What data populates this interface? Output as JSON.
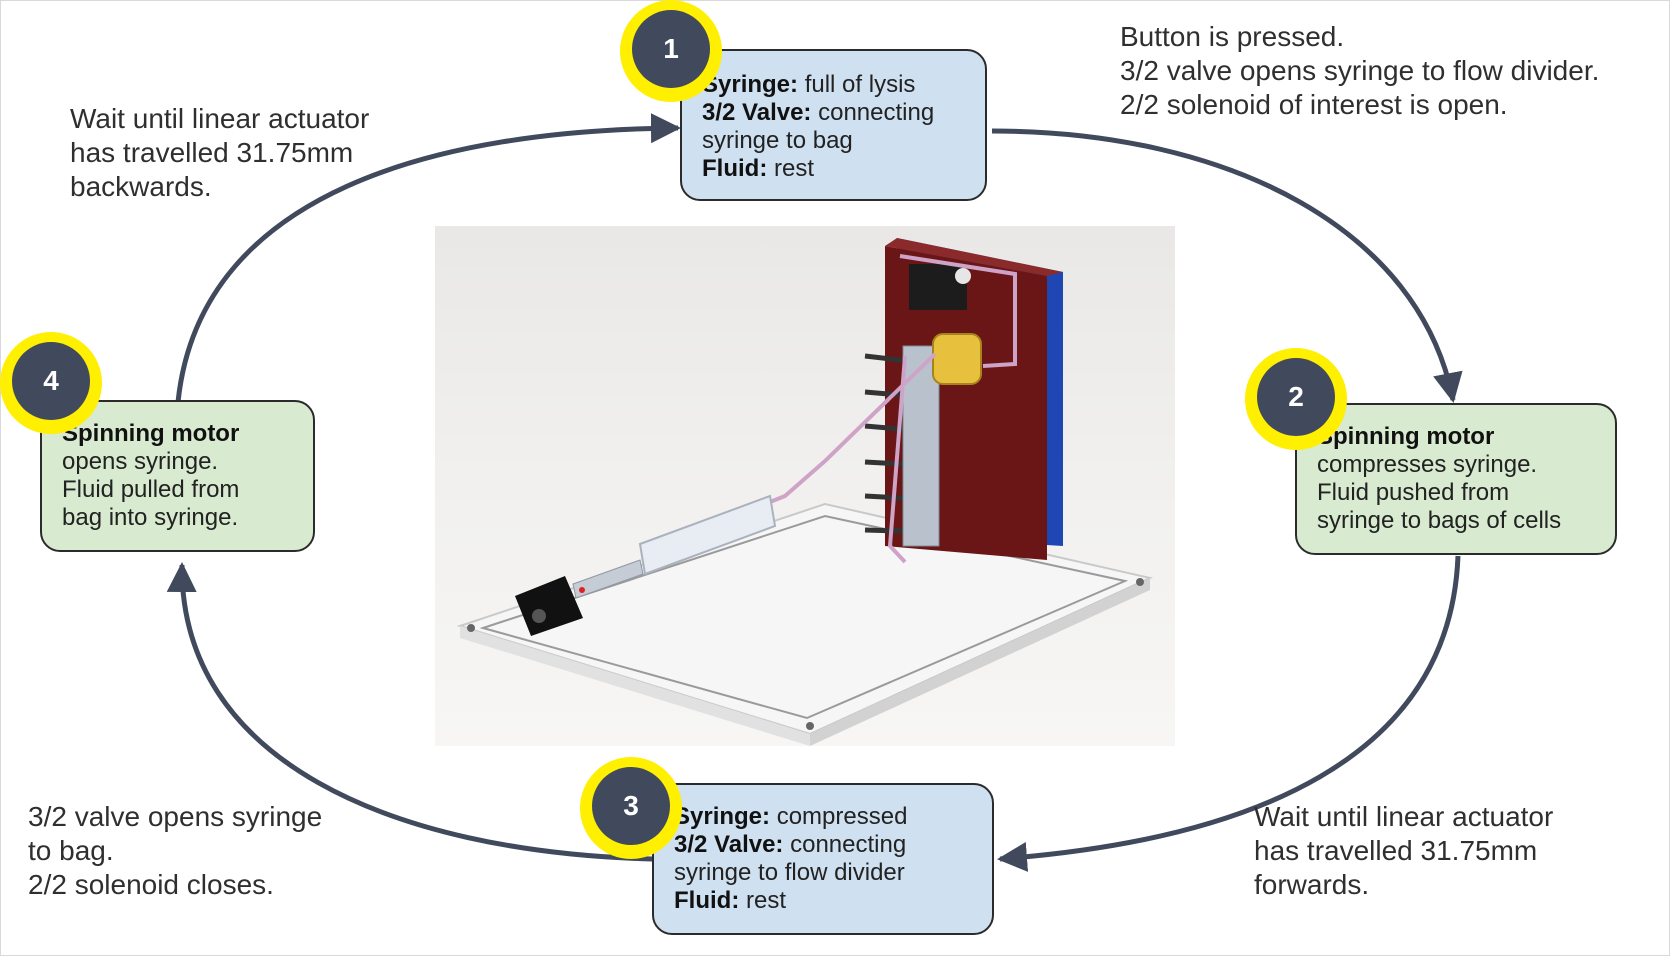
{
  "colors": {
    "arrow": "#414a5c",
    "badge_ring": "#ffef00",
    "badge_fill": "#414a5c",
    "box_blue": "#cfe0f1",
    "box_green": "#d8ead0"
  },
  "steps": [
    {
      "number": "1",
      "lines": [
        {
          "bold": "Syringe:",
          "text": " full of lysis"
        },
        {
          "bold": "3/2 Valve:",
          "text": " connecting"
        },
        {
          "bold": "",
          "text": "syringe to bag"
        },
        {
          "bold": "Fluid:",
          "text": " rest"
        }
      ]
    },
    {
      "number": "2",
      "lines": [
        {
          "bold": "Spinning motor",
          "text": ""
        },
        {
          "bold": "",
          "text": "compresses syringe."
        },
        {
          "bold": "",
          "text": "Fluid pushed from"
        },
        {
          "bold": "",
          "text": "syringe to bags of cells"
        }
      ]
    },
    {
      "number": "3",
      "lines": [
        {
          "bold": "Syringe:",
          "text": " compressed"
        },
        {
          "bold": "3/2 Valve:",
          "text": " connecting"
        },
        {
          "bold": "",
          "text": "syringe to flow divider"
        },
        {
          "bold": "Fluid:",
          "text": " rest"
        }
      ]
    },
    {
      "number": "4",
      "lines": [
        {
          "bold": "Spinning motor",
          "text": ""
        },
        {
          "bold": "",
          "text": "opens syringe."
        },
        {
          "bold": "",
          "text": "Fluid pulled from"
        },
        {
          "bold": "",
          "text": "bag into syringe."
        }
      ]
    }
  ],
  "notes": {
    "top_right": [
      "Button is pressed.",
      "3/2 valve opens syringe to flow divider.",
      "2/2 solenoid of interest is open."
    ],
    "top_left": [
      "Wait until linear actuator",
      "has travelled 31.75mm",
      "backwards."
    ],
    "bottom_right": [
      "Wait until linear actuator",
      "has travelled 31.75mm",
      "forwards."
    ],
    "bottom_left": [
      "3/2 valve opens syringe",
      "to bag.",
      "2/2 solenoid closes."
    ]
  }
}
